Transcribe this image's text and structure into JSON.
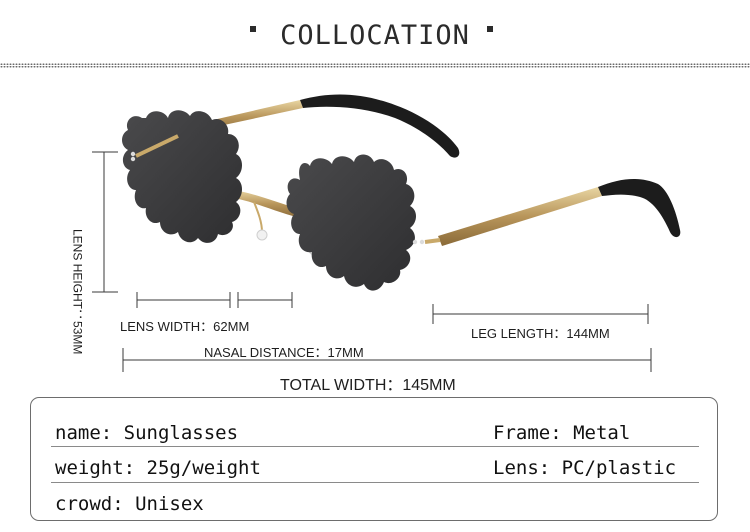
{
  "header": {
    "title": "COLLOCATION"
  },
  "dimensions": {
    "lens_height": "LENS HEIGHT：53MM",
    "lens_width": "LENS WIDTH：62MM",
    "leg_length": "LEG LENGTH：144MM",
    "nasal_distance": "NASAL DISTANCE：17MM",
    "total_width": "TOTAL WIDTH：145MM"
  },
  "specs": {
    "rows": [
      {
        "left": "name: Sunglasses",
        "right": "Frame: Metal"
      },
      {
        "left": "weight: 25g/weight",
        "right": "Lens: PC/plastic"
      },
      {
        "left": "crowd: Unisex",
        "right": ""
      }
    ]
  },
  "colors": {
    "lens": "#3a3a3c",
    "frame": "#c9a96a",
    "temple_tip": "#1c1c1c"
  }
}
